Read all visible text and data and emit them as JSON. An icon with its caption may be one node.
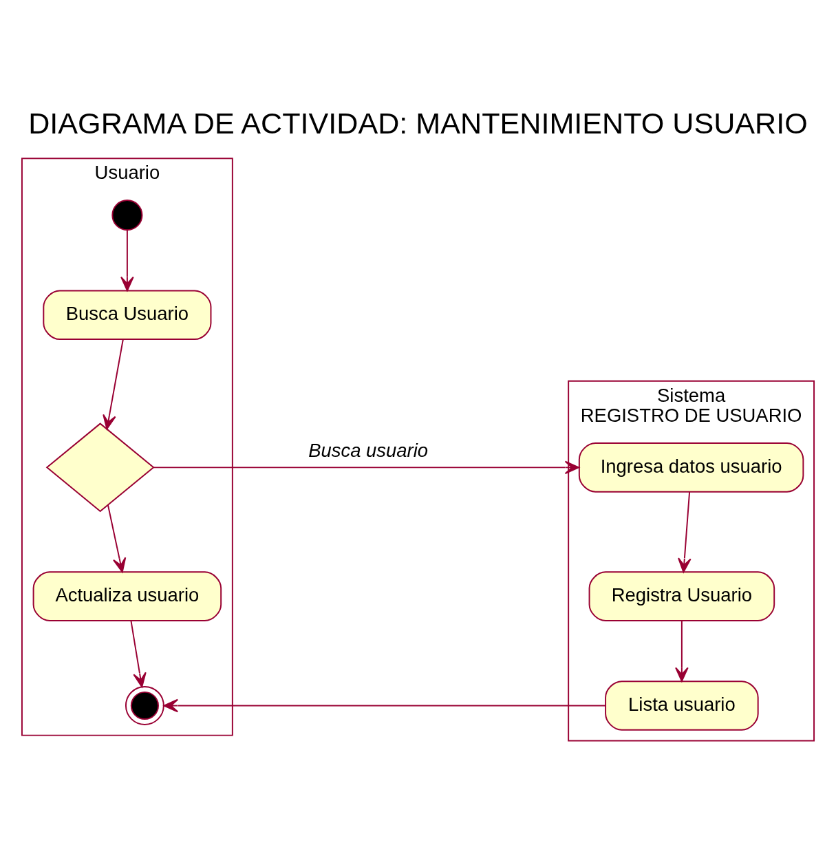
{
  "diagram": {
    "title": "DIAGRAMA DE ACTIVIDAD: MANTENIMIENTO USUARIO",
    "nodes": [
      {
        "text": [
          "Usuario"
        ]
      },
      {
        "text": [
          "Sistema",
          "REGISTRO DE USUARIO"
        ]
      },
      {
        "text": [],
        "shape": "circle",
        "in": 0
      },
      {
        "text": [
          "Busca Usuario"
        ],
        "in": 0
      },
      {
        "text": [],
        "shape": "diamond",
        "in": 0
      },
      {
        "text": [
          "Actualiza usuario"
        ],
        "in": 0
      },
      {
        "text": [],
        "shape": "circle",
        "in": 0
      },
      {
        "text": [
          "Ingresa datos usuario"
        ],
        "in": 1
      },
      {
        "text": [
          "Registra Usuario"
        ],
        "in": 1
      },
      {
        "text": [
          "Lista usuario"
        ],
        "in": 1
      }
    ],
    "edges": [
      {
        "from": 2,
        "to": 3,
        "arrow": "to"
      },
      {
        "from": 3,
        "to": 4,
        "arrow": "to"
      },
      {
        "from": 4,
        "to": 7,
        "arrow": "to",
        "label": "Busca usuario"
      },
      {
        "from": 4,
        "to": 5,
        "arrow": "to"
      },
      {
        "from": 5,
        "to": 6,
        "arrow": "to"
      },
      {
        "from": 7,
        "to": 8,
        "arrow": "to"
      },
      {
        "from": 8,
        "to": 9,
        "arrow": "to"
      },
      {
        "from": 9,
        "to": 6,
        "arrow": "to"
      }
    ]
  }
}
